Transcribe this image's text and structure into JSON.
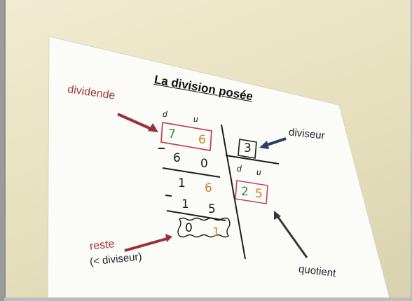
{
  "photo": {
    "title": "La division posée",
    "labels": {
      "dividende": "dividende",
      "diviseur": "diviseur",
      "quotient": "quotient",
      "reste": "reste",
      "reste_note": "(< diviseur)"
    },
    "place_value": {
      "d": "d",
      "u": "u"
    },
    "dividend": {
      "tens": "7",
      "units": "6"
    },
    "subtract_1": {
      "sign": "–",
      "tens": "6",
      "units": "0"
    },
    "remainder_1": {
      "tens": "1",
      "units": "6"
    },
    "subtract_2": {
      "sign": "–",
      "tens": "1",
      "units": "5"
    },
    "remainder_final": {
      "tens": "0",
      "units": "1"
    },
    "divisor": "3",
    "quotient_digits": {
      "tens": "2",
      "units": "5"
    },
    "colors": {
      "label_red": "#a23a3a",
      "label_dark": "#223344",
      "arrow_red": "#9c2f3a",
      "arrow_dark": "#2c3e63",
      "digit_green": "#2f8a3a",
      "digit_orange": "#c6842c",
      "box_pink": "#c0485a"
    }
  }
}
